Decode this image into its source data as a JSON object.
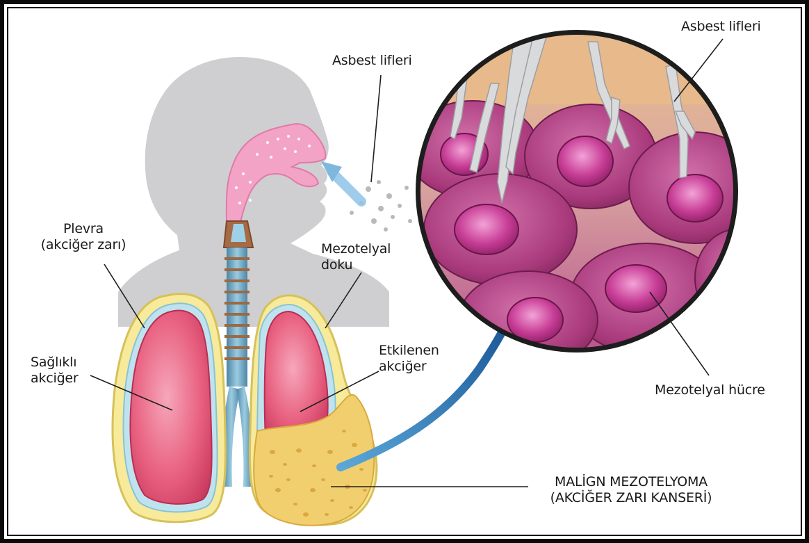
{
  "labels": {
    "asbest_center": "Asbest lifleri",
    "asbest_top": "Asbest lifleri",
    "plevra_line1": "Plevra",
    "plevra_line2": "(akciğer zarı)",
    "mezotelyal_doku_line1": "Mezotelyal",
    "mezotelyal_doku_line2": "doku",
    "saglikli_line1": "Sağlıklı",
    "saglikli_line2": "akciğer",
    "etkilenen_line1": "Etkilenen",
    "etkilenen_line2": "akciğer",
    "mezotelyal_hucre": "Mezotelyal hücre",
    "malign_line1": "MALİGN MEZOTELYOMA",
    "malign_line2": "(AKCİĞER ZARI KANSERİ)"
  },
  "colors": {
    "silhouette": "#cfcfd1",
    "lung_fill": "#e0567c",
    "pleura": "#f3e38a",
    "tumor": "#f1cf6e",
    "cell": "#b2387d",
    "arrow": "#1e63a8",
    "trachea": "#5e95b5"
  }
}
